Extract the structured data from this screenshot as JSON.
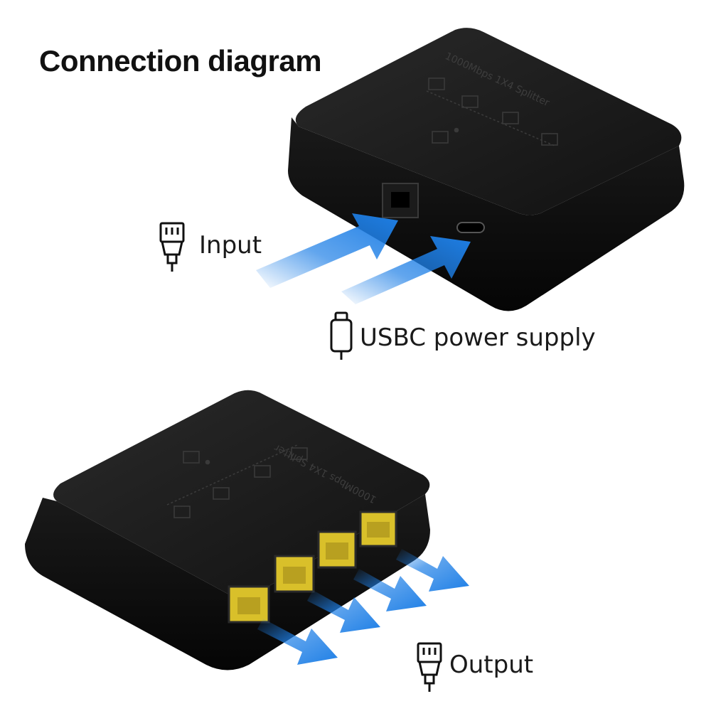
{
  "title": "Connection diagram",
  "labels": {
    "input": "Input",
    "usbc": "USBC power supply",
    "output": "Output"
  },
  "device_markings": {
    "model": "1000Mbps 1X4 Splitter"
  },
  "icons": {
    "input": "ethernet-plug-icon",
    "usbc": "usb-c-plug-icon",
    "output": "ethernet-plug-icon"
  },
  "colors": {
    "device_body": "#111111",
    "arrow_blue": "#1e7fe6",
    "port_gold": "#d9c02a",
    "text": "#111111"
  }
}
